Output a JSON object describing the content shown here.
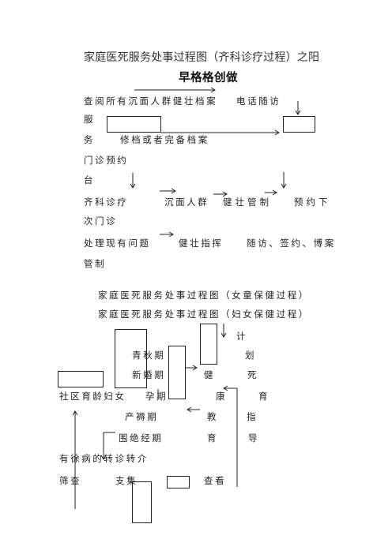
{
  "doc": {
    "title": "家庭医死服务处事过程图（齐科诊疗过程）之阳",
    "subtitle": "早格格创做",
    "section1": {
      "r1a": "查阅所有沉面人群健壮档案",
      "r1b": "电话随访",
      "r2": "服",
      "r3a": "务",
      "r3b": "修档或者完备档案",
      "r4": "门诊预约",
      "r5": "台",
      "r6a": "齐科诊疗",
      "r6b": "沉面人群",
      "r6c": "健壮管制",
      "r6d": "预约下",
      "r7": "次门诊",
      "r8a": "处理现有问题",
      "r8b": "健壮指挥",
      "r8c": "随访、签约、博案",
      "r9": "管制"
    },
    "section2": {
      "heading1": "家庭医死服务处事过程图（女童保健过程）",
      "heading2": "家庭医死服务处事过程图（妇女保健过程）",
      "c_ji": "计",
      "qingchunqi": "青秋期",
      "c_hua": "划",
      "xinhunqi": "新婚期",
      "c_jian": "健",
      "c_si": "死",
      "shequ": "社区育龄妇女",
      "yunqi": "孕期",
      "c_kang": "康",
      "c_yu1": "育",
      "chanruqi": "产褥期",
      "c_jiao": "教",
      "c_zhi": "指",
      "weijueqi": "围绝经期",
      "c_yu2": "育",
      "c_dao": "导",
      "zhuanzhen": "有徐病的转诊转介",
      "shaicha": "筛查",
      "zhiji": "支集",
      "chakan": "查看"
    }
  }
}
